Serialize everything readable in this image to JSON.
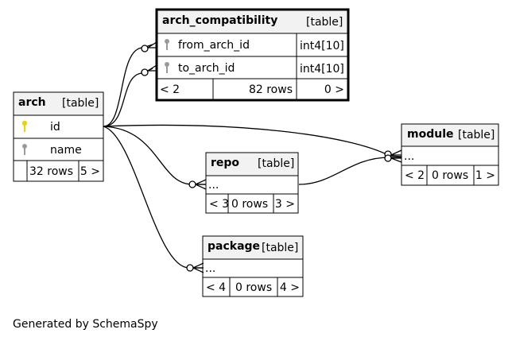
{
  "tables": {
    "arch_compatibility": {
      "name": "arch_compatibility",
      "type": "[table]",
      "columns": [
        {
          "name": "from_arch_id",
          "type": "int4[10]",
          "key": "foreign"
        },
        {
          "name": "to_arch_id",
          "type": "int4[10]",
          "key": "foreign"
        }
      ],
      "footer": {
        "parents": "< 2",
        "rows": "82 rows",
        "children": "0 >"
      }
    },
    "arch": {
      "name": "arch",
      "type": "[table]",
      "columns": [
        {
          "name": "id",
          "key": "primary"
        },
        {
          "name": "name",
          "key": "foreign"
        }
      ],
      "footer": {
        "parents": "",
        "rows": "32 rows",
        "children": "5 >"
      }
    },
    "module": {
      "name": "module",
      "type": "[table]",
      "columns": [
        {
          "name": "..."
        }
      ],
      "footer": {
        "parents": "< 2",
        "rows": "0 rows",
        "children": "1 >"
      }
    },
    "repo": {
      "name": "repo",
      "type": "[table]",
      "columns": [
        {
          "name": "..."
        }
      ],
      "footer": {
        "parents": "< 3",
        "rows": "0 rows",
        "children": "3 >"
      }
    },
    "package": {
      "name": "package",
      "type": "[table]",
      "columns": [
        {
          "name": "..."
        }
      ],
      "footer": {
        "parents": "< 4",
        "rows": "0 rows",
        "children": "4 >"
      }
    }
  },
  "colors": {
    "header_bg": "#f2f2f2",
    "border": "#000000",
    "primary_key": "#e6d21e",
    "foreign_key": "#9a9a9a"
  },
  "footer_text": "Generated by SchemaSpy"
}
